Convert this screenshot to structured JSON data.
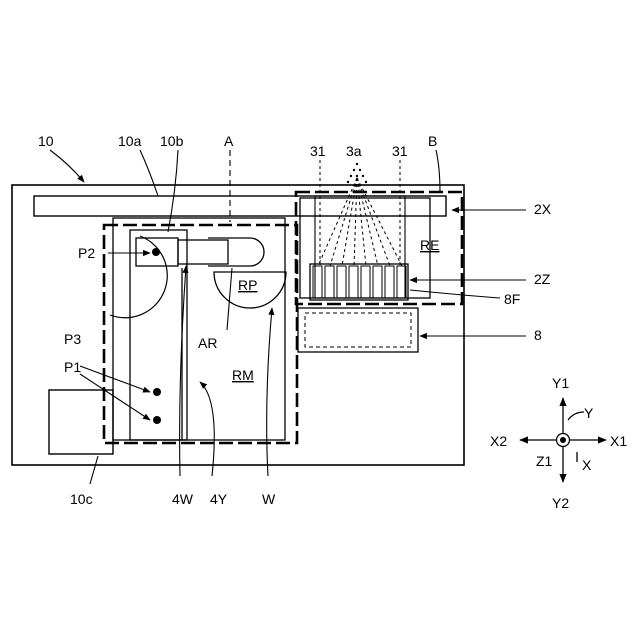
{
  "labels": {
    "device": "10",
    "housing": "10a",
    "base": "10b",
    "region_a": "A",
    "region_b": "B",
    "nozzle_left": "31",
    "nozzle_center": "3a",
    "nozzle_right": "31",
    "rail": "2X",
    "p2": "P2",
    "p3": "P3",
    "p1": "P1",
    "ar": "AR",
    "rp": "RP",
    "rm": "RM",
    "re": "RE",
    "unit_2z": "2Z",
    "unit_8f": "8F",
    "unit_8": "8",
    "corner_box": "10c",
    "w4": "4W",
    "y4": "4Y",
    "w": "W"
  },
  "axes": {
    "y1": "Y1",
    "y2": "Y2",
    "x1": "X1",
    "x2": "X2",
    "z1": "Z1",
    "x": "X",
    "y": "Y"
  }
}
